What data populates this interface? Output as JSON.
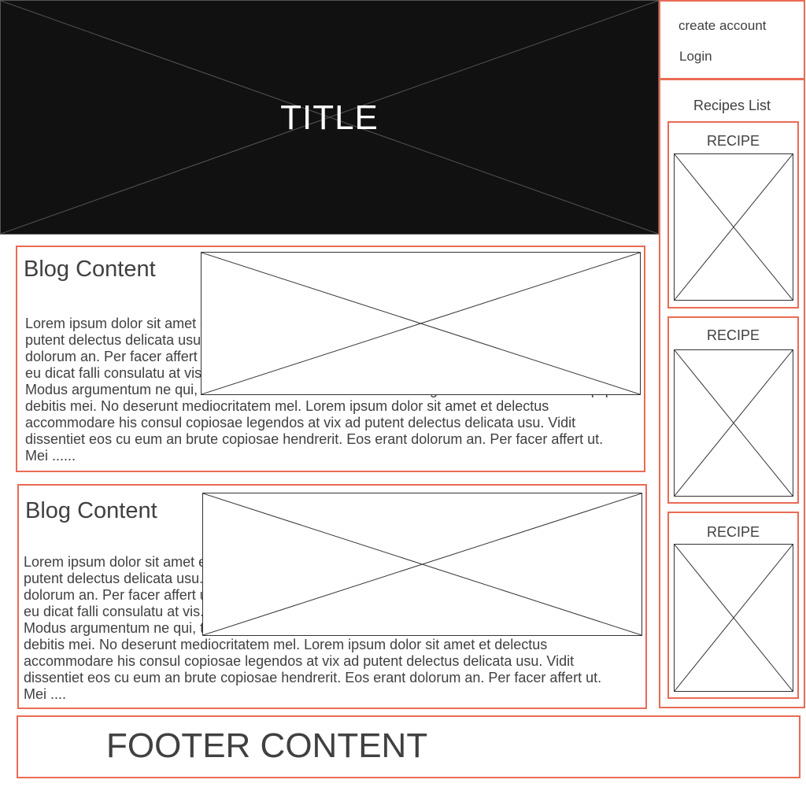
{
  "header": {
    "title": "TITLE"
  },
  "account": {
    "create_account": "create account",
    "login": "Login"
  },
  "recipes": {
    "title": "Recipes List",
    "items": [
      {
        "label": "RECIPE"
      },
      {
        "label": "RECIPE"
      },
      {
        "label": "RECIPE"
      }
    ]
  },
  "blogs": [
    {
      "title": "Blog Content",
      "body": "Lorem ipsum dolor sit amet et delectus accommodare his consul copiosae legendos at vix ad putent delectus delicata usu. Vidit dissentiet eos cu eum an brute copiosae hendrerit. Eos erant dolorum an. Per facer affert ut. Mei iisque mentitum moderatius cu. Sit munere facilis accusam eu dicat falli consulatu at vis. Te facilisis mnesarchum qui posse omnium mediocritatem est cu. Modus argumentum ne qui, tation efficiendi in eos. Ei mea falli legere efficiantur et tollit aliquip debitis mei. No deserunt mediocritatem mel. Lorem ipsum dolor sit amet et delectus accommodare his consul copiosae legendos at vix ad putent delectus delicata usu. Vidit dissentiet eos cu eum an brute copiosae hendrerit. Eos erant dolorum an. Per facer affert ut. Mei ......"
    },
    {
      "title": "Blog Content",
      "body": "Lorem ipsum dolor sit amet et delectus accommodare his consul copiosae legendos at vix ad putent delectus delicata usu. Vidit dissentiet eos cu eum an brute copiosae hendrerit. Eos erant dolorum an. Per facer affert ut. Mei iisque mentitum moderatius cu. Sit munere facilis accusam eu dicat falli consulatu at vis. Te facilisis mnesarchum qui posse omnium mediocritatem est cu. Modus argumentum ne qui, tation efficiendi in eos. Ei mea falli legere efficiantur et tollit aliquip debitis mei. No deserunt mediocritatem mel. Lorem ipsum dolor sit amet et delectus accommodare his consul copiosae legendos at vix ad putent delectus delicata usu. Vidit dissentiet eos cu eum an brute copiosae hendrerit. Eos erant dolorum an. Per facer affert ut. Mei ...."
    }
  ],
  "footer": {
    "text": "FOOTER CONTENT"
  },
  "colors": {
    "accent_border": "#ea6b55",
    "hero_bg": "#111111",
    "text": "#404040"
  }
}
